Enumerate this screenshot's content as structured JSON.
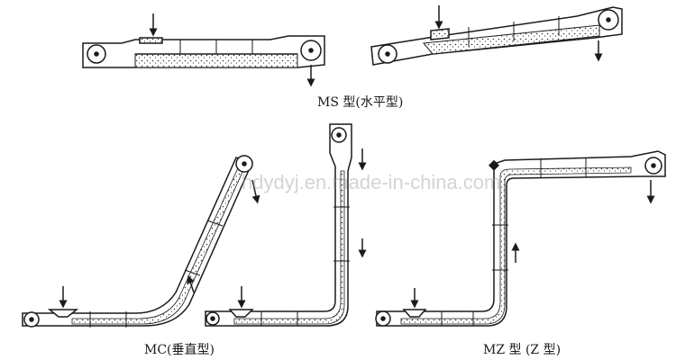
{
  "captions": {
    "ms": "MS 型(水平型)",
    "mc": "MC(垂直型)",
    "mz": "MZ 型 (Z 型)"
  },
  "watermark": "hdydyj.en.made-in-china.com",
  "colors": {
    "line": "#1a1a1a",
    "fill": "#d9d9d9",
    "background": "#ffffff",
    "watermark": "#a0a0a0"
  }
}
